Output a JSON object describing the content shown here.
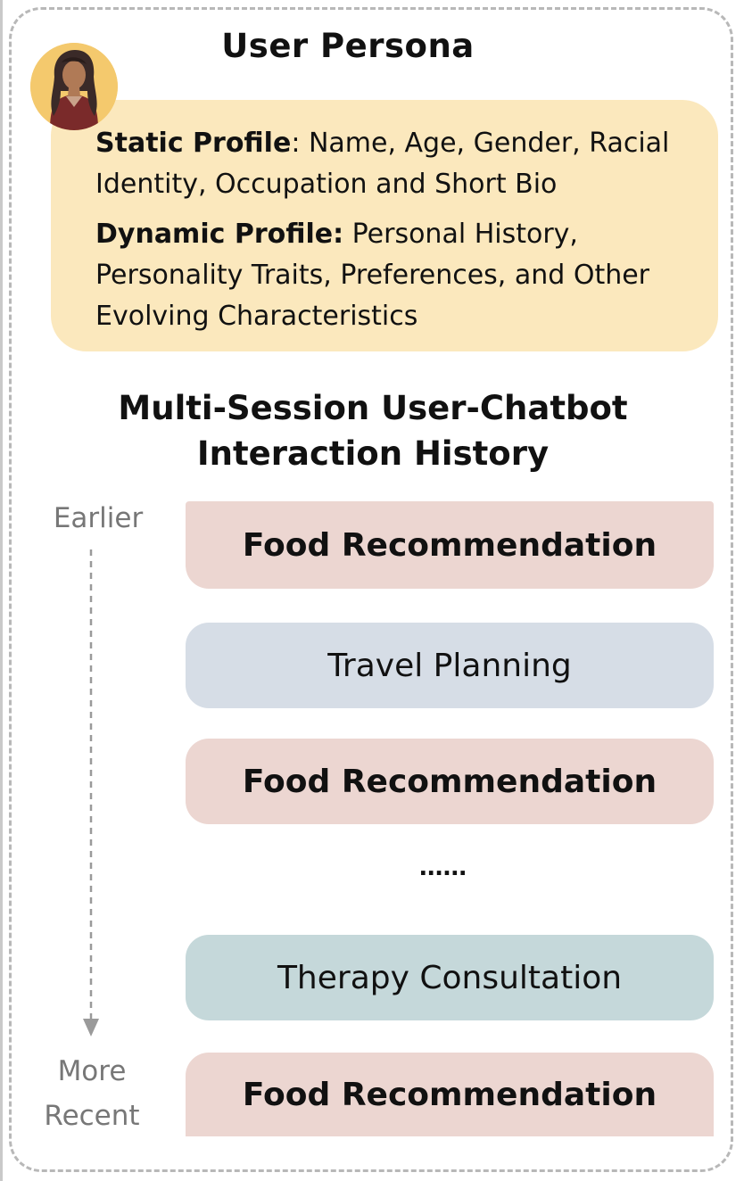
{
  "persona": {
    "title": "User Persona",
    "static_label": "Static Profile",
    "static_text": ": Name, Age, Gender, Racial Identity, Occupation and Short Bio",
    "dynamic_label": "Dynamic Profile:",
    "dynamic_text": " Personal History, Personality Traits, Preferences, and Other Evolving Characteristics",
    "avatar_icon": "woman-avatar-icon"
  },
  "history": {
    "title_line1": "Multi-Session User-Chatbot",
    "title_line2": "Interaction History",
    "earlier_label": "Earlier",
    "recent_label_line1": "More",
    "recent_label_line2": "Recent",
    "ellipsis": "......",
    "sessions": [
      {
        "label": "Food Recommendation",
        "color": "#ecd6d1"
      },
      {
        "label": "Travel Planning",
        "color": "#d6dde6"
      },
      {
        "label": "Food Recommendation",
        "color": "#ecd6d1"
      },
      {
        "label": "Therapy Consultation",
        "color": "#c5d8da"
      },
      {
        "label": "Food Recommendation",
        "color": "#ecd6d1"
      }
    ]
  },
  "colors": {
    "profile_box": "#fbe8bd",
    "frame_border": "#b8b8b8",
    "timeline_gray": "#9a9a9a"
  }
}
